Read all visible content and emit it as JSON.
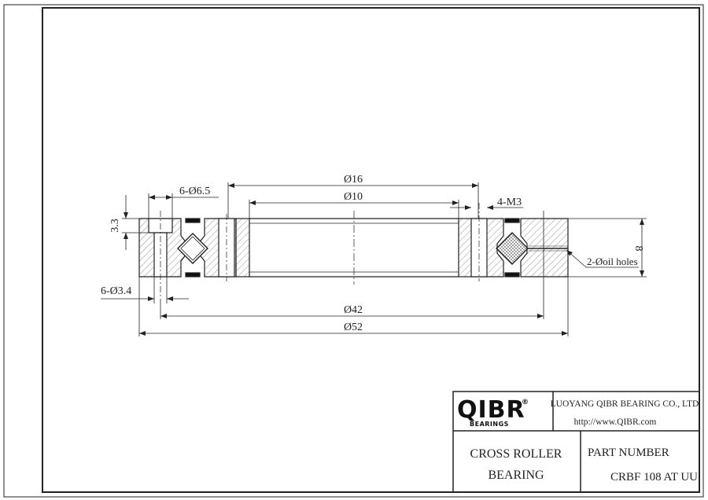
{
  "dimensions": {
    "d16": "Ø16",
    "d10": "Ø10",
    "d42": "Ø42",
    "d52": "Ø52",
    "holes_65": "6-Ø6.5",
    "holes_34": "6-Ø3.4",
    "thread": "4-M3",
    "height_33": "3.3",
    "height_8": "8",
    "oil_holes": "2-Øoil holes"
  },
  "title_block": {
    "logo_text": "QIBR",
    "logo_mark": "®",
    "logo_sub": "BEARINGS",
    "company": "LUOYANG QIBR BEARING CO., LTD",
    "website": "http://www.QIBR.com",
    "product_line1": "CROSS ROLLER",
    "product_line2": "BEARING",
    "part_label": "PART  NUMBER",
    "part_number": "CRBF 108 AT UU"
  },
  "colors": {
    "line": "#222222",
    "hatch": "#555555"
  }
}
